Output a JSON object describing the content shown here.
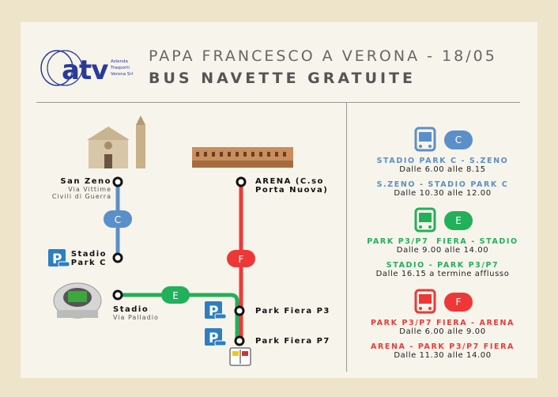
{
  "logo": {
    "name": "atv",
    "lines": [
      "Azienda",
      "Trasporti",
      "Verona Srl"
    ]
  },
  "header": {
    "title": "PAPA FRANCESCO A VERONA - 18/05",
    "subtitle": "BUS NAVETTE GRATUITE"
  },
  "colors": {
    "C": "#5b8fc9",
    "E": "#22b05a",
    "F": "#ee3838"
  },
  "map": {
    "stops": {
      "san_zeno": {
        "name": "San Zeno",
        "sub1": "Via Vittime",
        "sub2": "Civili di Guerra"
      },
      "stadio_park_c": {
        "name1": "Stadio",
        "name2": "Park C"
      },
      "stadio": {
        "name": "Stadio",
        "sub": "Via Palladio"
      },
      "arena": {
        "name1": "ARENA (C.so",
        "name2": "Porta Nuova)"
      },
      "p3": {
        "name": "Park Fiera P3"
      },
      "p7": {
        "name": "Park Fiera P7"
      }
    },
    "lines": {
      "C": "C",
      "E": "E",
      "F": "F"
    },
    "parking_label": "P"
  },
  "schedule": [
    {
      "line": "C",
      "routes": [
        {
          "name": "STADIO PARK C - S.ZENO",
          "time": "Dalle 6.00 alle 8.15"
        },
        {
          "name": "S.ZENO - STADIO PARK C",
          "time": "Dalle 10.30 alle 12.00"
        }
      ]
    },
    {
      "line": "E",
      "routes": [
        {
          "name": "PARK P3/P7  FIERA - STADIO",
          "time": "Dalle 9.00 alle 14.00"
        },
        {
          "name": "STADIO - PARK P3/P7",
          "time": "Dalle 16.15 a termine afflusso"
        }
      ]
    },
    {
      "line": "F",
      "routes": [
        {
          "name": "PARK P3/P7 FIERA - ARENA",
          "time": "Dalle 6.00 alle 9.00"
        },
        {
          "name": "ARENA - PARK P3/P7 FIERA",
          "time": "Dalle 11.30 alle 14.00"
        }
      ]
    }
  ]
}
